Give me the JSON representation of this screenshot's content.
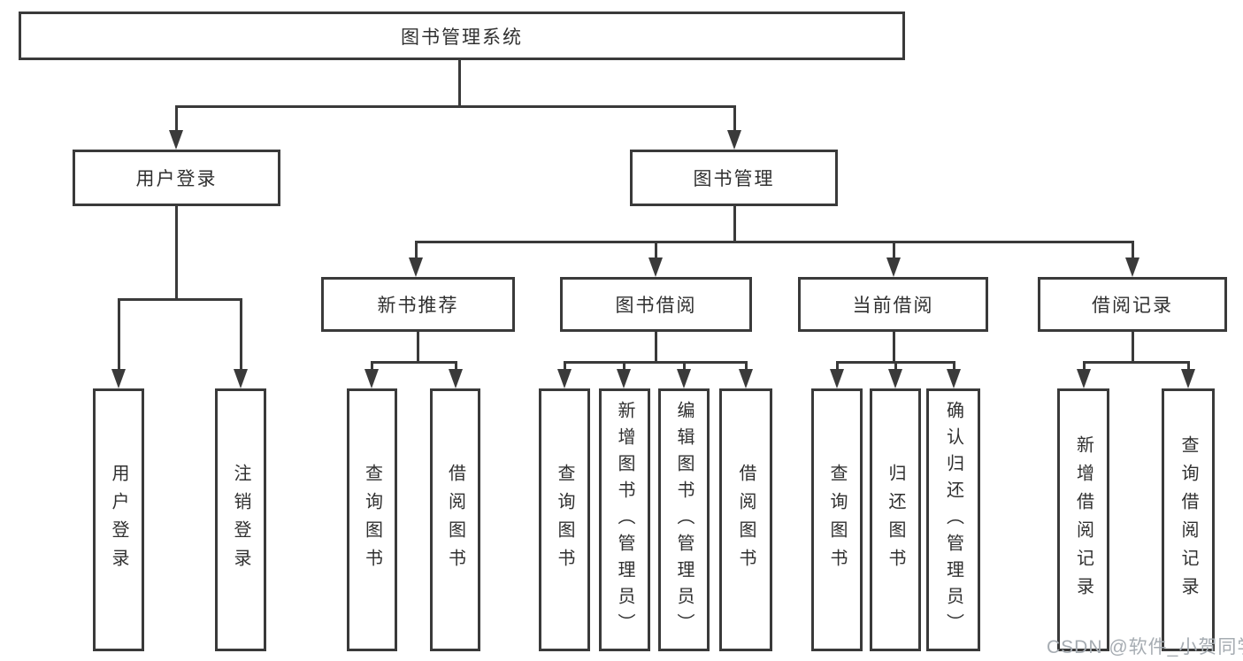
{
  "colors": {
    "line": "#3a3a3a",
    "text": "#303030",
    "background": "#ffffff",
    "watermark": "#a6acb2"
  },
  "root": {
    "label": "图书管理系统"
  },
  "branches": {
    "login": {
      "label": "用户登录",
      "children": [
        "用户登录",
        "注销登录"
      ]
    },
    "manage": {
      "label": "图书管理",
      "sections": {
        "newbook": {
          "label": "新书推荐",
          "children": [
            "查询图书",
            "借阅图书"
          ]
        },
        "borrow": {
          "label": "图书借阅",
          "children": [
            "查询图书",
            "新增图书（管理员）",
            "编辑图书（管理员）",
            "借阅图书"
          ]
        },
        "current": {
          "label": "当前借阅",
          "children": [
            "查询图书",
            "归还图书",
            "确认归还（管理员）"
          ]
        },
        "records": {
          "label": "借阅记录",
          "children": [
            "新增借阅记录",
            "查询借阅记录"
          ]
        }
      }
    }
  },
  "watermark": "CSDN @软件_小贺同学"
}
